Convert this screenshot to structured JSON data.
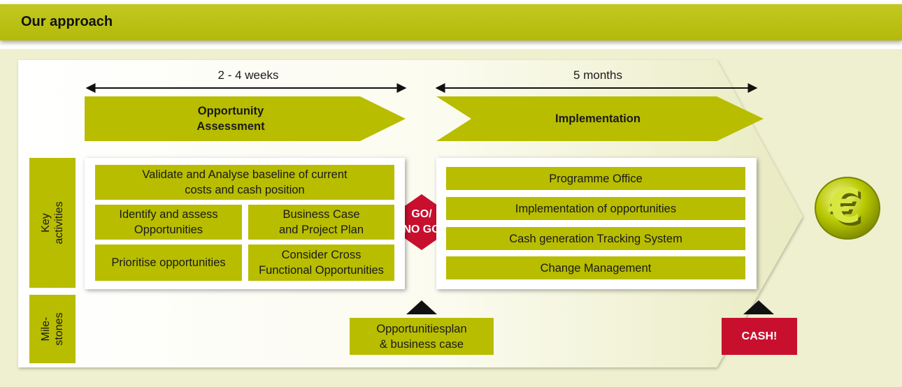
{
  "header": {
    "title": "Our approach"
  },
  "timeline": [
    {
      "duration": "2 - 4 weeks",
      "phase": "Opportunity\nAssessment"
    },
    {
      "duration": "5 months",
      "phase": "Implementation"
    }
  ],
  "rows": {
    "key_activities": "Key\nactivities",
    "milestones": "Mile-\nstones"
  },
  "assessment": {
    "validate": "Validate and Analyse baseline of current\ncosts and cash position",
    "identify": "Identify and assess\nOpportunities",
    "business_case": "Business Case\nand Project Plan",
    "prioritise": "Prioritise opportunities",
    "consider": "Consider Cross\nFunctional Opportunities"
  },
  "decision": "GO/\nNO GO",
  "implementation": [
    "Programme Office",
    "Implementation of opportunities",
    "Cash generation Tracking System",
    "Change Management"
  ],
  "milestones": {
    "plan": "Opportunitiesplan\n& business case",
    "cash": "CASH!"
  },
  "icon": "euro-icon",
  "colors": {
    "olive": "#b8bd00",
    "header": "#b4ba0a",
    "panel": "#eef0cf",
    "red": "#c8102e",
    "background": "#f4f5e2"
  }
}
